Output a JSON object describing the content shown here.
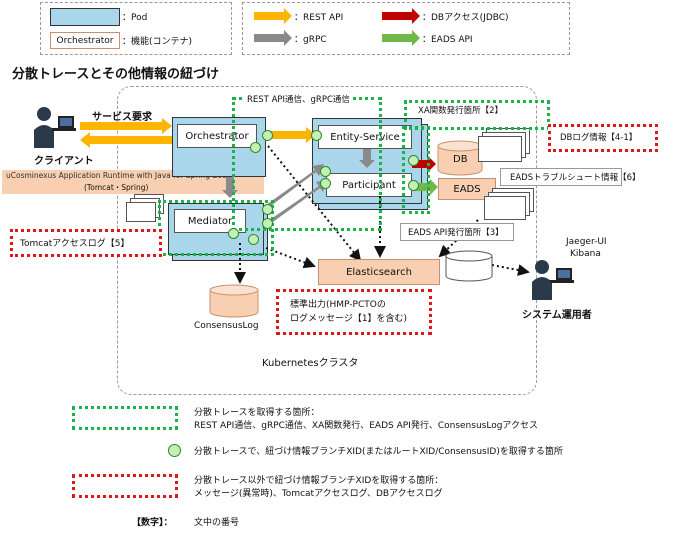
{
  "legend": {
    "pod_label": "：Pod",
    "function_sample": "Orchestrator",
    "function_label": "：機能(コンテナ)",
    "rest_label": "：REST API",
    "db_label": "：DBアクセス(JDBC)",
    "grpc_label": "：gRPC",
    "eads_label": "：EADS API"
  },
  "title": "分散トレースとその他情報の紐づけ",
  "cluster_label": "Kubernetesクラスタ",
  "client": {
    "service_request": "サービス要求",
    "label": "クライアント"
  },
  "app_runtime": {
    "line1": "uCosminexus Application Runtime with Java for Spring Boot",
    "line2": "(Tomcat・Spring)"
  },
  "components": {
    "orchestrator": "Orchestrator",
    "entity_service": "Entity-Service",
    "participant": "Participant",
    "mediator": "Mediator",
    "db": "DB",
    "eads": "EADS",
    "elasticsearch": "Elasticsearch",
    "consensus_log": "ConsensusLog"
  },
  "notes": {
    "rest_grpc": "REST API通信、gRPC通信",
    "xa": "XA関数発行箇所【2】",
    "db_log": "DBログ情報【4-1】",
    "eads_trouble": "EADSトラブルシュート情報【6】",
    "eads_api": "EADS API発行箇所【3】",
    "tomcat_log": "Tomcatアクセスログ【5】",
    "stdout_line1": "標準出力(HMP-PCTOの",
    "stdout_line2": "ログメッセージ【1】を含む)"
  },
  "operator": {
    "tool_line1": "Jaeger-UI",
    "tool_line2": "Kibana",
    "label": "システム運用者"
  },
  "footer_legend": {
    "green_line1": "分散トレースを取得する箇所：",
    "green_line2": "REST API通信、gRPC通信、XA関数発行、EADS API発行、ConsensusLogアクセス",
    "circle_text": "分散トレースで、紐づけ情報ブランチXID(またはルートXID/ConsensusID)を取得する箇所",
    "red_line1": "分散トレース以外で紐づけ情報ブランチXIDを取得する箇所：",
    "red_line2": "メッセージ(異常時)、Tomcatアクセスログ、DBアクセスログ",
    "number_key": "【数字】：",
    "number_text": "文中の番号"
  },
  "colors": {
    "pod": "#a9d6ea",
    "rest_api": "#ffb400",
    "db_access": "#c00000",
    "grpc": "#8a8a8a",
    "eads_api": "#70b84a",
    "green_dash": "#19b34a",
    "red_dash": "#e0161b",
    "salmon": "#f8cfb0"
  }
}
